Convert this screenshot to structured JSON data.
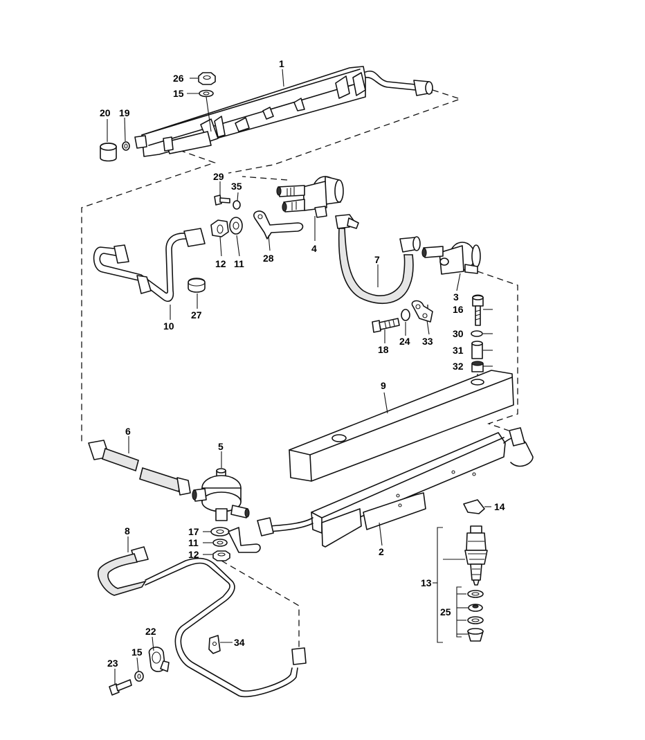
{
  "diagram": {
    "labels": {
      "p1": "1",
      "p2": "2",
      "p3": "3",
      "p4": "4",
      "p5": "5",
      "p6": "6",
      "p7": "7",
      "p8": "8",
      "p9": "9",
      "p10": "10",
      "p11a": "11",
      "p11b": "11",
      "p12a": "12",
      "p12b": "12",
      "p13": "13",
      "p14": "14",
      "p15a": "15",
      "p15b": "15",
      "p16": "16",
      "p17": "17",
      "p18": "18",
      "p19": "19",
      "p20": "20",
      "p22": "22",
      "p23": "23",
      "p24": "24",
      "p25": "25",
      "p26": "26",
      "p27": "27",
      "p28": "28",
      "p29": "29",
      "p30": "30",
      "p31": "31",
      "p32": "32",
      "p33": "33",
      "p34": "34",
      "p35": "35"
    }
  }
}
